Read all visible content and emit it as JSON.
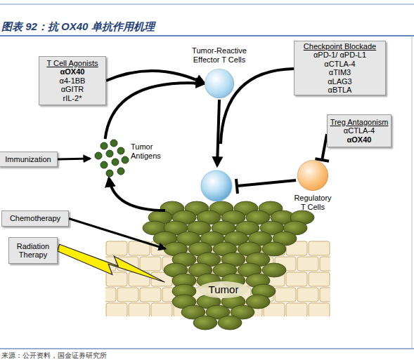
{
  "diagram": {
    "title": "图表 92：抗 OX40 单抗作用机理",
    "caption": "来源：公开资料，国金证券研究所",
    "nodes": [
      {
        "text": [
          "T Cell Agonists",
          "αOX40",
          "α4-1BB",
          "αGITR",
          "rIL-2*"
        ]
      },
      {
        "text": [
          "Tumor-Reactive Effector T Cells"
        ]
      },
      {
        "text": [
          "Checkpoint Blockade",
          "αPD-1/ αPD-L1",
          "αCTLA-4",
          "αTIM3",
          "αLAG3",
          "αBTLA"
        ]
      },
      {
        "text": [
          "Tumor Antigens"
        ]
      },
      {
        "text": [
          "Immunization"
        ]
      },
      {
        "text": [
          "Treg Antagonism",
          "αCTLA-4",
          "αOX40"
        ]
      },
      {
        "text": [
          "Regulatory T Cells"
        ]
      },
      {
        "text": [
          "Chemotherapy"
        ]
      },
      {
        "text": [
          "Radiation Therapy"
        ]
      },
      {
        "text": [
          "Tumor"
        ]
      }
    ],
    "edges": [
      {
        "from": 9,
        "to": 3,
        "arrow": "to"
      },
      {
        "from": 4,
        "to": 3,
        "arrow": "to"
      },
      {
        "from": 3,
        "to": 1,
        "arrow": "to"
      },
      {
        "from": 0,
        "to": 1,
        "arrow": "to"
      },
      {
        "from": 5,
        "to": 6,
        "arrow": "to"
      },
      {
        "from": 7,
        "to": 9,
        "arrow": "to"
      },
      {
        "from": 8,
        "to": 9,
        "arrow": "to"
      }
    ]
  }
}
